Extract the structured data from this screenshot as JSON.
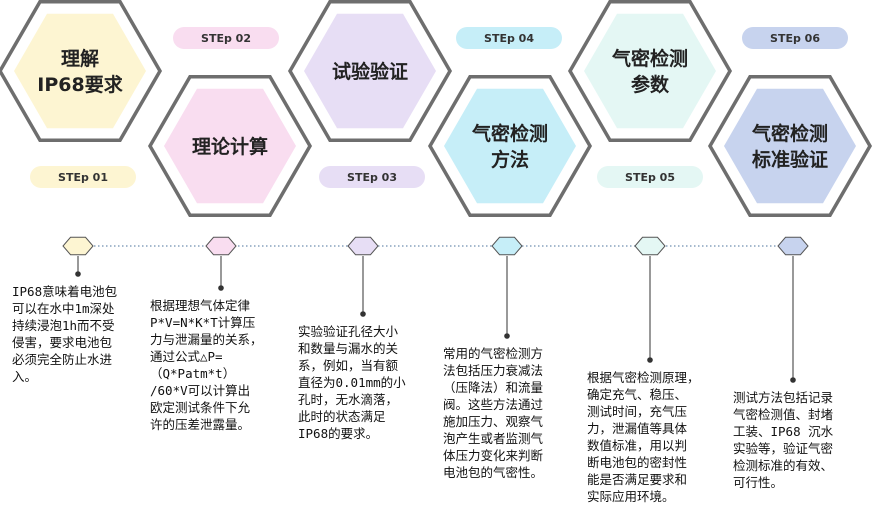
{
  "colors": {
    "yellow": "#FDF5D2",
    "pink": "#F9DDF0",
    "lavender": "#E7DEF5",
    "cyan": "#C6EEF8",
    "mint": "#E4F7F4",
    "blue": "#C7D3EE",
    "hex_border": "#6E6E6E",
    "connector": "#333333",
    "timeline_dots": "#6F8FB0"
  },
  "steps": [
    {
      "label": "STEp 01",
      "title": [
        "理解",
        "IP68要求"
      ],
      "color": "#FDF5D2",
      "description": "IP68意味着电池包\n可以在水中1m深处\n持续浸泡1h而不受\n侵害，要求电池包\n必须完全防止水进\n入。"
    },
    {
      "label": "STEp 02",
      "title": [
        "理论计算"
      ],
      "color": "#F9DDF0",
      "description": "根据理想气体定律\nP*V=N*K*T计算压\n力与泄漏量的关系，\n通过公式△P=\n（Q*Patm*t）\n/60*V可以计算出\n欧定测试条件下允\n许的压差泄露量。"
    },
    {
      "label": "STEp 03",
      "title": [
        "试验验证"
      ],
      "color": "#E7DEF5",
      "description": "实验验证孔径大小\n和数量与漏水的关\n系，例如，当有额\n直径为0.01mm的小\n孔时，无水滴落，\n此时的状态满足\nIP68的要求。"
    },
    {
      "label": "STEp 04",
      "title": [
        "气密检测",
        "方法"
      ],
      "color": "#C6EEF8",
      "description": "常用的气密检测方\n法包括压力衰减法\n（压降法）和流量\n阀。这些方法通过\n施加压力、观察气\n泡产生或者监测气\n体压力变化来判断\n电池包的气密性。"
    },
    {
      "label": "STEp 05",
      "title": [
        "气密检测",
        "参数"
      ],
      "color": "#E4F7F4",
      "description": "根据气密检测原理，\n确定充气、稳压、\n测试时间，充气压\n力，泄漏值等具体\n数值标准，用以判\n断电池包的密封性\n能是否满足要求和\n实际应用环境。"
    },
    {
      "label": "STEp 06",
      "title": [
        "气密检测",
        "标准验证"
      ],
      "color": "#C7D3EE",
      "description": "测试方法包括记录\n气密检测值、封堵\n工装、IP68 沉水\n实验等，验证气密\n检测标准的有效、\n可行性。"
    }
  ]
}
